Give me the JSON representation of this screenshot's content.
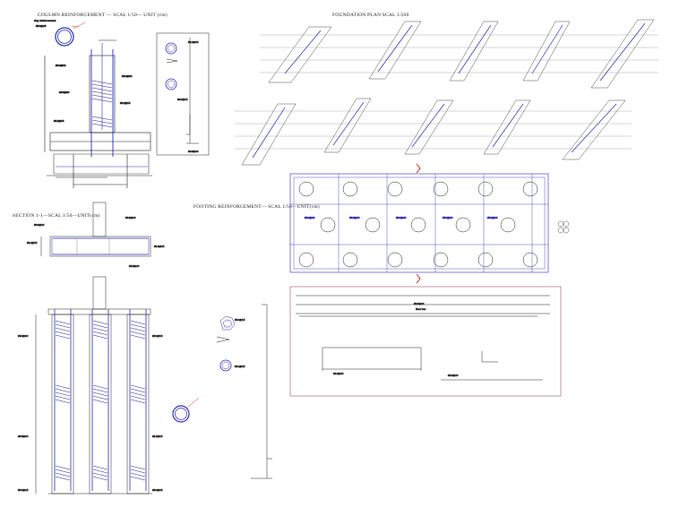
{
  "titles": {
    "column": "COULMN REINFORCEMENT — SCAL 1/50— UNIT (cm)",
    "foundation": "FOUNDATION PLAN   SCAL 1/200",
    "section": "SECTION 1-1—SCAL 1/50—UNIT(cm)",
    "footing": "FOOTING REINFORCEMENT— SCAL 1/50—UNIT(cm)"
  },
  "colors": {
    "rebar": "#2a2ac0",
    "dimension": "#222222",
    "annotation": "#cc0000",
    "hatch": "#1a1a9a"
  }
}
